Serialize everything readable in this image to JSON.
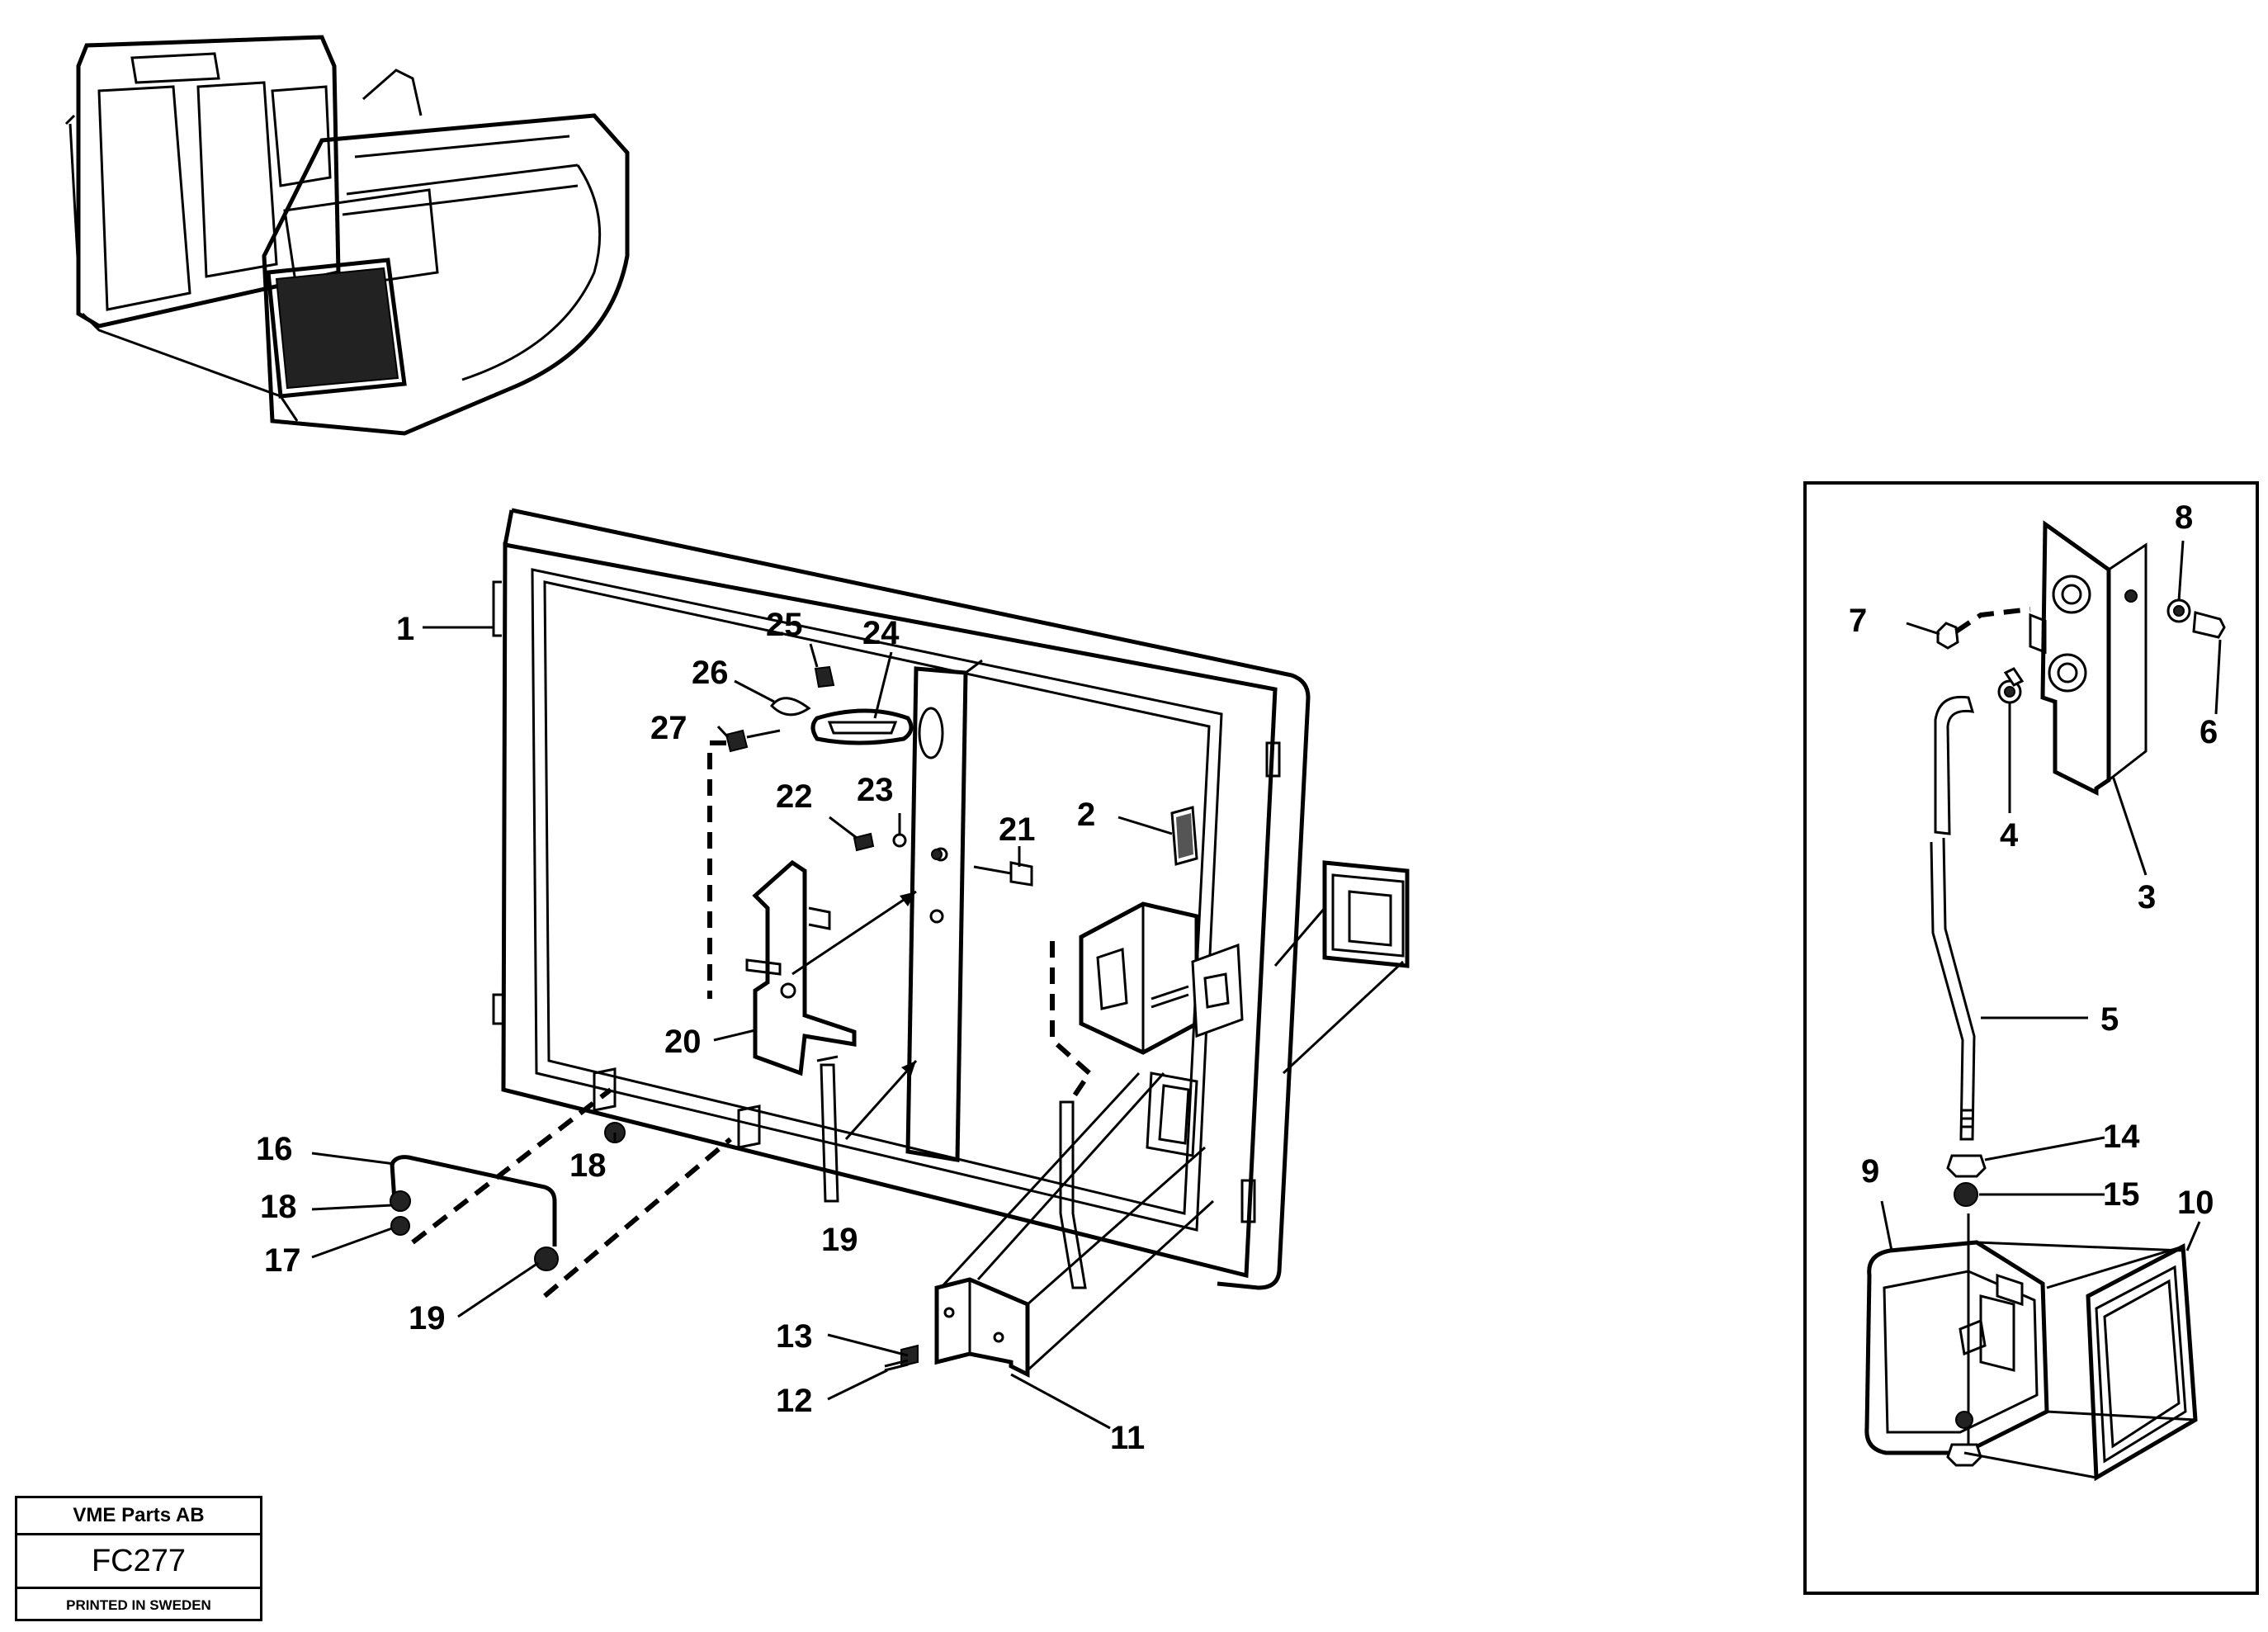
{
  "callouts": {
    "main": [
      {
        "n": "1"
      },
      {
        "n": "2"
      },
      {
        "n": "11"
      },
      {
        "n": "12"
      },
      {
        "n": "13"
      },
      {
        "n": "16"
      },
      {
        "n": "17"
      },
      {
        "n": "18"
      },
      {
        "n": "18"
      },
      {
        "n": "19"
      },
      {
        "n": "19"
      },
      {
        "n": "20"
      },
      {
        "n": "21"
      },
      {
        "n": "22"
      },
      {
        "n": "23"
      },
      {
        "n": "24"
      },
      {
        "n": "25"
      },
      {
        "n": "26"
      },
      {
        "n": "27"
      }
    ],
    "inset": [
      {
        "n": "3"
      },
      {
        "n": "4"
      },
      {
        "n": "5"
      },
      {
        "n": "6"
      },
      {
        "n": "7"
      },
      {
        "n": "8"
      },
      {
        "n": "9"
      },
      {
        "n": "10"
      },
      {
        "n": "14"
      },
      {
        "n": "15"
      }
    ]
  },
  "title_block": {
    "company": "VME Parts AB",
    "code": "FC277",
    "printed": "PRINTED IN SWEDEN"
  }
}
